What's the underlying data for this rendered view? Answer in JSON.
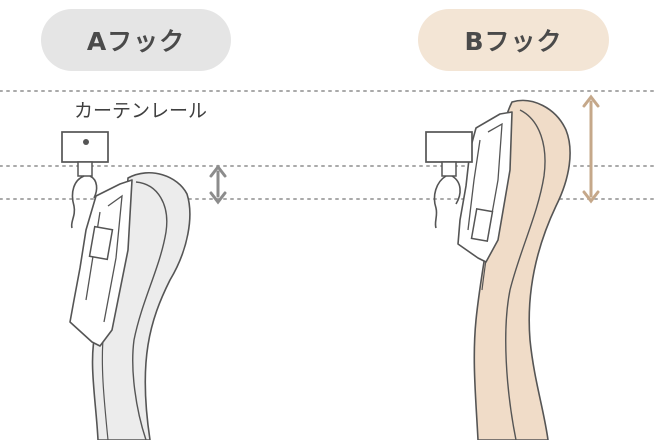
{
  "hooks": {
    "a": {
      "label": "Aフック",
      "fill_color": "#ececec",
      "pill_color": "#e5e5e5"
    },
    "b": {
      "label": "Bフック",
      "fill_color": "#f0dcc8",
      "pill_color": "#f3e5d5"
    }
  },
  "rail_label": "カーテンレール",
  "colors": {
    "outline": "#555555",
    "guide_line": "#aaaaaa",
    "arrow_a": "#8c8c8c",
    "arrow_b": "#c5a88a"
  }
}
